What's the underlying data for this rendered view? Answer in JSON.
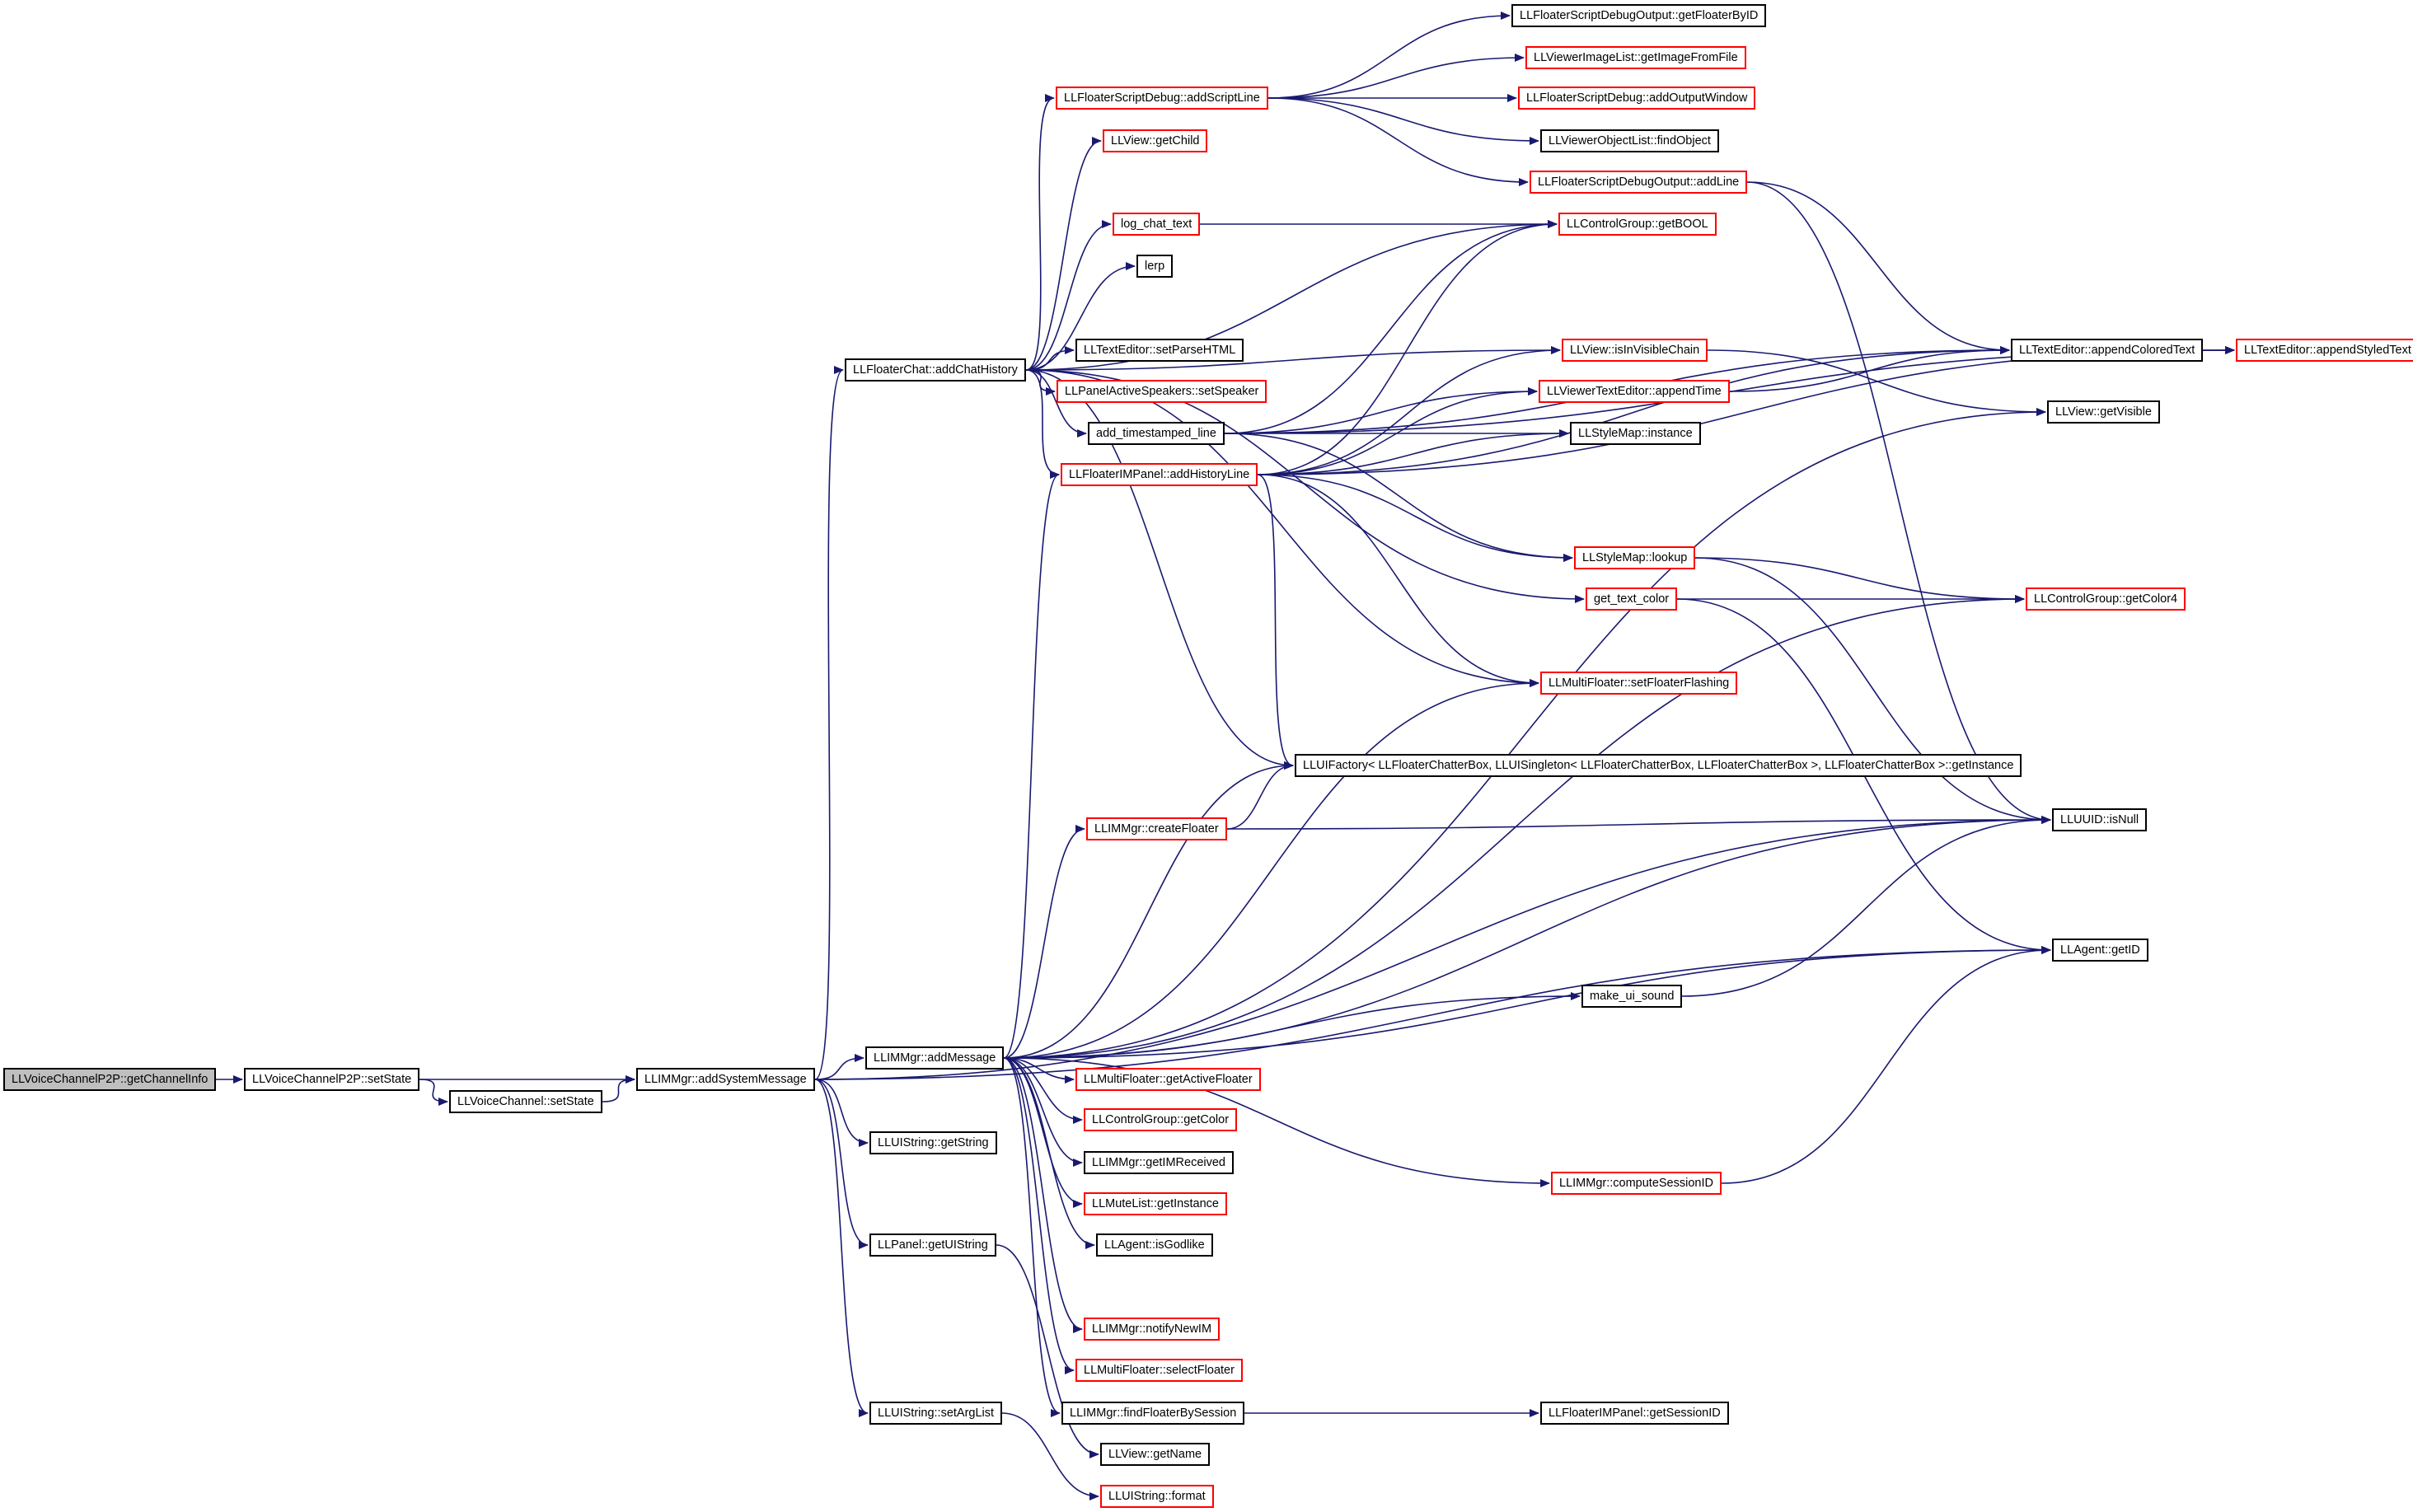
{
  "colors": {
    "edge": "#191970",
    "node_border": "#000000",
    "truncated_node_border": "#ff0000",
    "root_fill": "#bfbfbf",
    "background": "#ffffff"
  },
  "nodes": {
    "getChannelInfo": "LLVoiceChannelP2P::getChannelInfo",
    "p2pSetState": "LLVoiceChannelP2P::setState",
    "vcSetState": "LLVoiceChannel::setState",
    "addSystemMessage": "LLIMMgr::addSystemMessage",
    "addMessage": "LLIMMgr::addMessage",
    "addChatHistory": "LLFloaterChat::addChatHistory",
    "uiGetString": "LLUIString::getString",
    "panelGetUIString": "LLPanel::getUIString",
    "setArgList": "LLUIString::setArgList",
    "addScriptLine": "LLFloaterScriptDebug::addScriptLine",
    "getChild": "LLView::getChild",
    "logChatText": "log_chat_text",
    "lerp": "lerp",
    "setParseHTML": "LLTextEditor::setParseHTML",
    "setSpeaker": "LLPanelActiveSpeakers::setSpeaker",
    "addTimestampedLine": "add_timestamped_line",
    "addHistoryLine": "LLFloaterIMPanel::addHistoryLine",
    "createFloater": "LLIMMgr::createFloater",
    "getActiveFloater": "LLMultiFloater::getActiveFloater",
    "getColor": "LLControlGroup::getColor",
    "getIMReceived": "LLIMMgr::getIMReceived",
    "muteGetInstance": "LLMuteList::getInstance",
    "isGodlike": "LLAgent::isGodlike",
    "notifyNewIM": "LLIMMgr::notifyNewIM",
    "selectFloater": "LLMultiFloater::selectFloater",
    "findFloaterBySession": "LLIMMgr::findFloaterBySession",
    "getName": "LLView::getName",
    "format": "LLUIString::format",
    "getFloaterByID": "LLFloaterScriptDebugOutput::getFloaterByID",
    "getImageFromFile": "LLViewerImageList::getImageFromFile",
    "addOutputWindow": "LLFloaterScriptDebug::addOutputWindow",
    "findObject": "LLViewerObjectList::findObject",
    "addLine": "LLFloaterScriptDebugOutput::addLine",
    "getBOOL": "LLControlGroup::getBOOL",
    "isInVisibleChain": "LLView::isInVisibleChain",
    "appendTime": "LLViewerTextEditor::appendTime",
    "styleMapInstance": "LLStyleMap::instance",
    "lookup": "LLStyleMap::lookup",
    "getTextColor": "get_text_color",
    "setFloaterFlashing": "LLMultiFloater::setFloaterFlashing",
    "uiFactoryGetInstance": "LLUIFactory< LLFloaterChatterBox, LLUISingleton< LLFloaterChatterBox, LLFloaterChatterBox >, LLFloaterChatterBox >::getInstance",
    "makeUISound": "make_ui_sound",
    "computeSessionID": "LLIMMgr::computeSessionID",
    "getSessionID": "LLFloaterIMPanel::getSessionID",
    "appendColoredText": "LLTextEditor::appendColoredText",
    "getVisible": "LLView::getVisible",
    "getColor4": "LLControlGroup::getColor4",
    "isNull": "LLUUID::isNull",
    "agentGetID": "LLAgent::getID",
    "appendStyledText": "LLTextEditor::appendStyledText"
  },
  "edges": [
    [
      "getChannelInfo",
      "p2pSetState"
    ],
    [
      "p2pSetState",
      "vcSetState"
    ],
    [
      "p2pSetState",
      "addSystemMessage"
    ],
    [
      "vcSetState",
      "addSystemMessage"
    ],
    [
      "addSystemMessage",
      "addMessage"
    ],
    [
      "addSystemMessage",
      "addChatHistory"
    ],
    [
      "addSystemMessage",
      "uiGetString"
    ],
    [
      "addSystemMessage",
      "panelGetUIString"
    ],
    [
      "addSystemMessage",
      "setArgList"
    ],
    [
      "addSystemMessage",
      "isNull"
    ],
    [
      "addSystemMessage",
      "agentGetID"
    ],
    [
      "panelGetUIString",
      "getName"
    ],
    [
      "setArgList",
      "format"
    ],
    [
      "addChatHistory",
      "addScriptLine"
    ],
    [
      "addChatHistory",
      "getChild"
    ],
    [
      "addChatHistory",
      "logChatText"
    ],
    [
      "addChatHistory",
      "lerp"
    ],
    [
      "addChatHistory",
      "setParseHTML"
    ],
    [
      "addChatHistory",
      "setSpeaker"
    ],
    [
      "addChatHistory",
      "addTimestampedLine"
    ],
    [
      "addChatHistory",
      "addHistoryLine"
    ],
    [
      "addChatHistory",
      "getBOOL"
    ],
    [
      "addChatHistory",
      "isInVisibleChain"
    ],
    [
      "addChatHistory",
      "getTextColor"
    ],
    [
      "addChatHistory",
      "setFloaterFlashing"
    ],
    [
      "addChatHistory",
      "uiFactoryGetInstance"
    ],
    [
      "addScriptLine",
      "getFloaterByID"
    ],
    [
      "addScriptLine",
      "getImageFromFile"
    ],
    [
      "addScriptLine",
      "addOutputWindow"
    ],
    [
      "addScriptLine",
      "findObject"
    ],
    [
      "addScriptLine",
      "addLine"
    ],
    [
      "logChatText",
      "getBOOL"
    ],
    [
      "addTimestampedLine",
      "getBOOL"
    ],
    [
      "addTimestampedLine",
      "appendTime"
    ],
    [
      "addTimestampedLine",
      "styleMapInstance"
    ],
    [
      "addTimestampedLine",
      "lookup"
    ],
    [
      "addTimestampedLine",
      "appendColoredText"
    ],
    [
      "addTimestampedLine",
      "appendStyledText"
    ],
    [
      "addHistoryLine",
      "getBOOL"
    ],
    [
      "addHistoryLine",
      "isInVisibleChain"
    ],
    [
      "addHistoryLine",
      "appendTime"
    ],
    [
      "addHistoryLine",
      "styleMapInstance"
    ],
    [
      "addHistoryLine",
      "lookup"
    ],
    [
      "addHistoryLine",
      "appendColoredText"
    ],
    [
      "addHistoryLine",
      "appendStyledText"
    ],
    [
      "addHistoryLine",
      "setFloaterFlashing"
    ],
    [
      "addHistoryLine",
      "uiFactoryGetInstance"
    ],
    [
      "addMessage",
      "addHistoryLine"
    ],
    [
      "addMessage",
      "setFloaterFlashing"
    ],
    [
      "addMessage",
      "uiFactoryGetInstance"
    ],
    [
      "addMessage",
      "createFloater"
    ],
    [
      "addMessage",
      "makeUISound"
    ],
    [
      "addMessage",
      "getActiveFloater"
    ],
    [
      "addMessage",
      "getColor"
    ],
    [
      "addMessage",
      "getIMReceived"
    ],
    [
      "addMessage",
      "muteGetInstance"
    ],
    [
      "addMessage",
      "isGodlike"
    ],
    [
      "addMessage",
      "computeSessionID"
    ],
    [
      "addMessage",
      "notifyNewIM"
    ],
    [
      "addMessage",
      "selectFloater"
    ],
    [
      "addMessage",
      "findFloaterBySession"
    ],
    [
      "addMessage",
      "getVisible"
    ],
    [
      "addMessage",
      "getColor4"
    ],
    [
      "addMessage",
      "isNull"
    ],
    [
      "addMessage",
      "agentGetID"
    ],
    [
      "createFloater",
      "uiFactoryGetInstance"
    ],
    [
      "createFloater",
      "isNull"
    ],
    [
      "findFloaterBySession",
      "getSessionID"
    ],
    [
      "addLine",
      "appendColoredText"
    ],
    [
      "addLine",
      "isNull"
    ],
    [
      "isInVisibleChain",
      "getVisible"
    ],
    [
      "appendTime",
      "appendColoredText"
    ],
    [
      "appendColoredText",
      "appendStyledText"
    ],
    [
      "lookup",
      "getColor4"
    ],
    [
      "lookup",
      "isNull"
    ],
    [
      "getTextColor",
      "getColor4"
    ],
    [
      "getTextColor",
      "agentGetID"
    ],
    [
      "makeUISound",
      "isNull"
    ],
    [
      "computeSessionID",
      "agentGetID"
    ]
  ]
}
